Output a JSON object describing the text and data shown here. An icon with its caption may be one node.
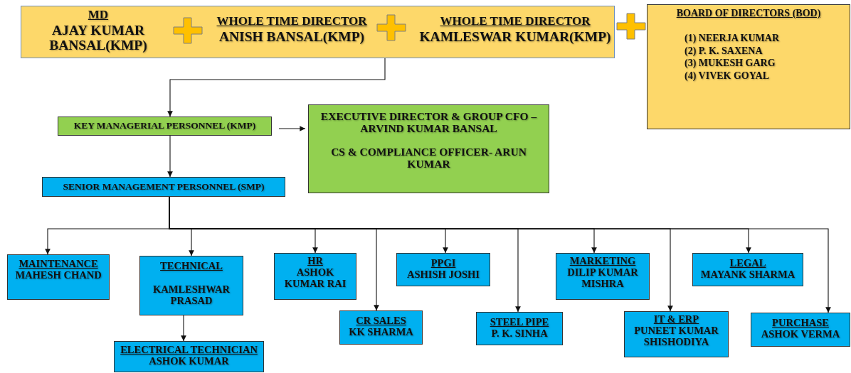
{
  "diagram": {
    "nodes": [
      {
        "text": [
          "MD",
          "AJAY KUMAR BANSAL(KMP)",
          "WHOLE TIME DIRECTOR",
          "ANISH BANSAL(KMP)",
          "WHOLE TIME DIRECTOR",
          "KAMLESWAR KUMAR(KMP)"
        ]
      },
      {
        "text": [
          "BOARD OF DIRECTORS (BOD)",
          "(1) NEERJA KUMAR",
          "(2) P. K. SAXENA",
          "(3) MUKESH GARG",
          "(4) VIVEK GOYAL"
        ]
      },
      {
        "text": [
          "KEY MANAGERIAL PERSONNEL (KMP)"
        ]
      },
      {
        "text": [
          "EXECUTIVE DIRECTOR & GROUP CFO – ARVIND KUMAR BANSAL",
          "CS & COMPLIANCE OFFICER- ARUN KUMAR"
        ]
      },
      {
        "text": [
          "SENIOR MANAGEMENT PERSONNEL (SMP)"
        ]
      },
      {
        "text": [
          "MAINTENANCE",
          "MAHESH CHAND"
        ]
      },
      {
        "text": [
          "TECHNICAL",
          "KAMLESHWAR PRASAD"
        ]
      },
      {
        "text": [
          "ELECTRICAL TECHNICIAN",
          "ASHOK KUMAR"
        ]
      },
      {
        "text": [
          "HR",
          "ASHOK KUMAR RAI"
        ]
      },
      {
        "text": [
          "CR SALES",
          "KK SHARMA"
        ]
      },
      {
        "text": [
          "PPGI",
          "ASHISH JOSHI"
        ]
      },
      {
        "text": [
          "STEEL PIPE",
          "P. K. SINHA"
        ]
      },
      {
        "text": [
          "MARKETING",
          "DILIP KUMAR MISHRA"
        ]
      },
      {
        "text": [
          "IT & ERP",
          "PUNEET KUMAR SHISHODIYA"
        ]
      },
      {
        "text": [
          "LEGAL",
          "MAYANK SHARMA"
        ]
      },
      {
        "text": [
          "PURCHASE",
          "ASHOK VERMA"
        ]
      }
    ],
    "edges": [
      {
        "from": 0,
        "to": 2,
        "arrow": "to"
      },
      {
        "from": 2,
        "to": 3,
        "arrow": "to"
      },
      {
        "from": 2,
        "to": 4,
        "arrow": "to"
      },
      {
        "from": 4,
        "to": 5,
        "arrow": "to"
      },
      {
        "from": 4,
        "to": 6,
        "arrow": "to"
      },
      {
        "from": 4,
        "to": 8,
        "arrow": "to"
      },
      {
        "from": 4,
        "to": 9,
        "arrow": "to"
      },
      {
        "from": 4,
        "to": 10,
        "arrow": "to"
      },
      {
        "from": 4,
        "to": 11,
        "arrow": "to"
      },
      {
        "from": 4,
        "to": 12,
        "arrow": "to"
      },
      {
        "from": 4,
        "to": 13,
        "arrow": "to"
      },
      {
        "from": 4,
        "to": 14,
        "arrow": "to"
      },
      {
        "from": 4,
        "to": 15,
        "arrow": "to"
      },
      {
        "from": 6,
        "to": 7,
        "arrow": "to"
      }
    ]
  }
}
